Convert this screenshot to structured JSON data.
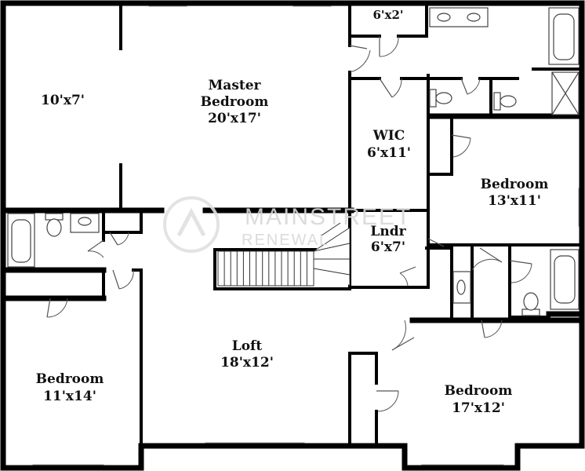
{
  "rooms": {
    "room_10x7": {
      "dim": "10'x7'"
    },
    "master": {
      "line1": "Master",
      "line2": "Bedroom",
      "dim": "20'x17'"
    },
    "closet_6x2": {
      "dim": "6'x2'"
    },
    "wic": {
      "name": "WIC",
      "dim": "6'x11'"
    },
    "bedroom_ne": {
      "name": "Bedroom",
      "dim": "13'x11'"
    },
    "laundry": {
      "name": "Lndr",
      "dim": "6'x7'"
    },
    "loft": {
      "name": "Loft",
      "dim": "18'x12'"
    },
    "bedroom_sw": {
      "name": "Bedroom",
      "dim": "11'x14'"
    },
    "bedroom_se": {
      "name": "Bedroom",
      "dim": "17'x12'"
    }
  },
  "watermark": {
    "line1": "MAINSTREET",
    "line2": "RENEWAL"
  }
}
